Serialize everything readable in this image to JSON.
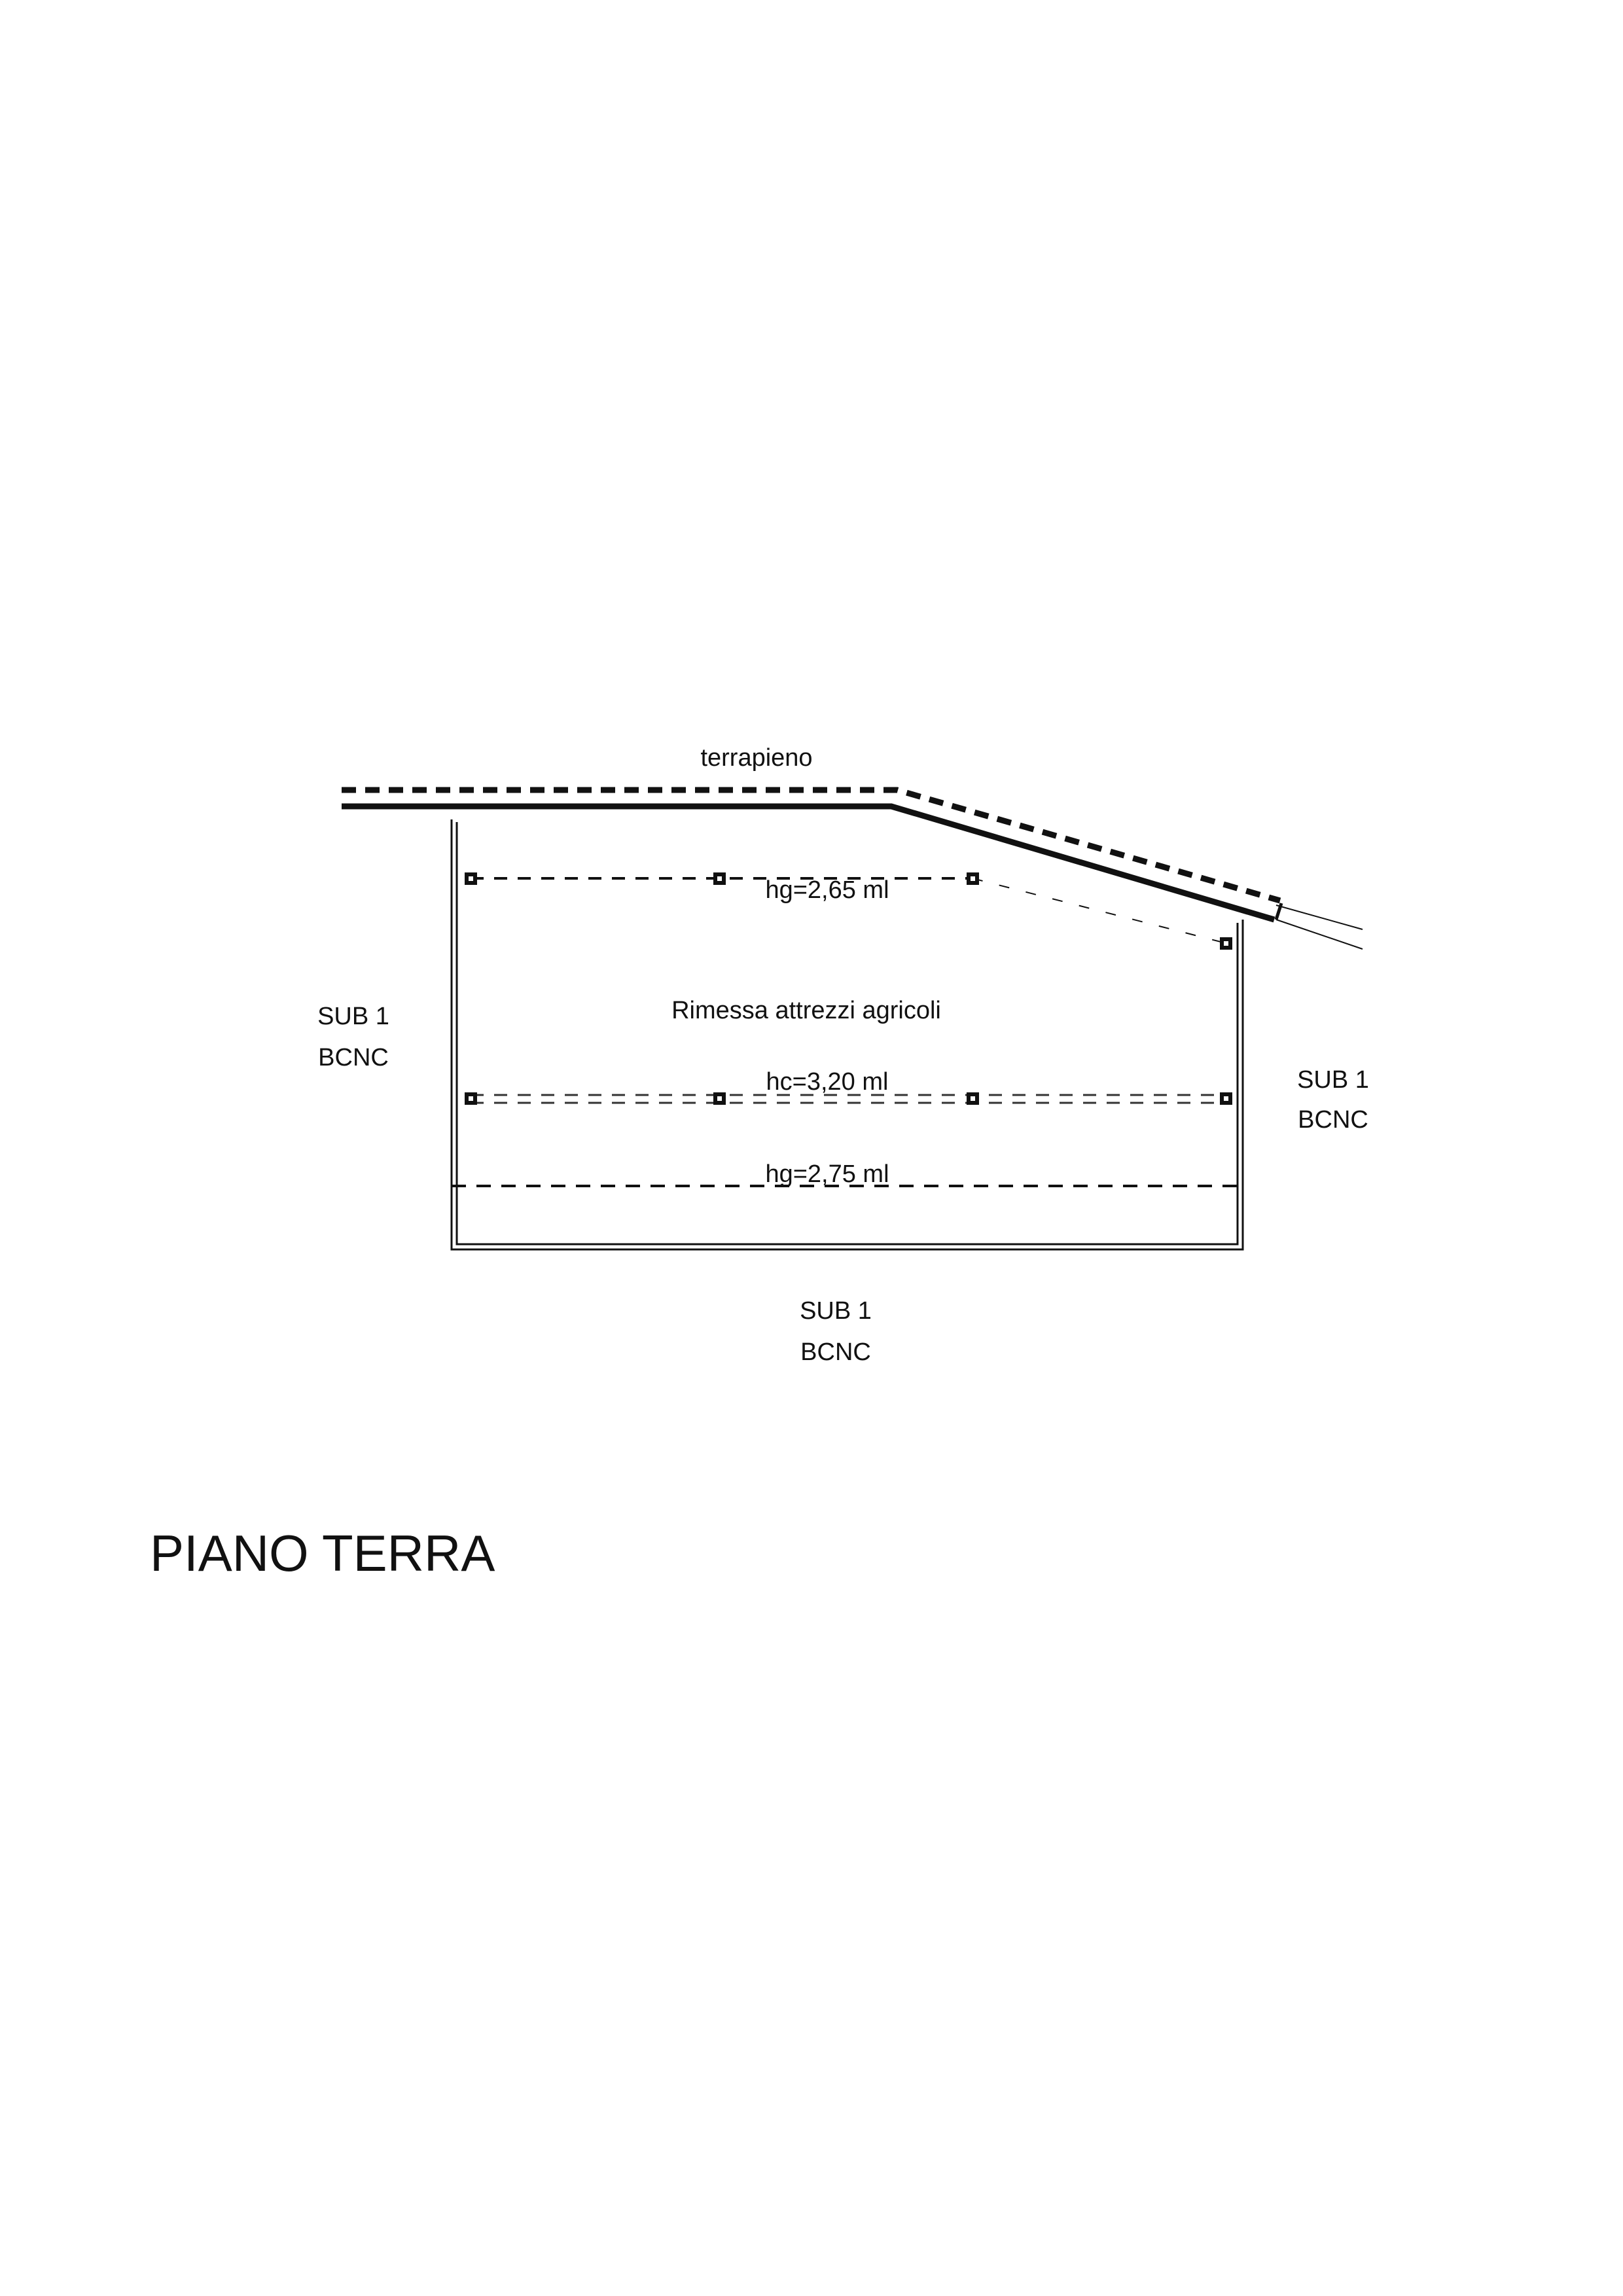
{
  "drawing": {
    "fill_label": "terrapieno",
    "room_name": "Rimessa attrezzi agricoli",
    "heights": {
      "hg_upper": "hg=2,65 ml",
      "hc": "hc=3,20 ml",
      "hg_lower": "hg=2,75 ml"
    },
    "neighbors": {
      "left": {
        "line1": "SUB 1",
        "line2": "BCNC"
      },
      "right": {
        "line1": "SUB 1",
        "line2": "BCNC"
      },
      "bottom": {
        "line1": "SUB 1",
        "line2": "BCNC"
      }
    },
    "floor_title": "PIANO TERRA"
  }
}
